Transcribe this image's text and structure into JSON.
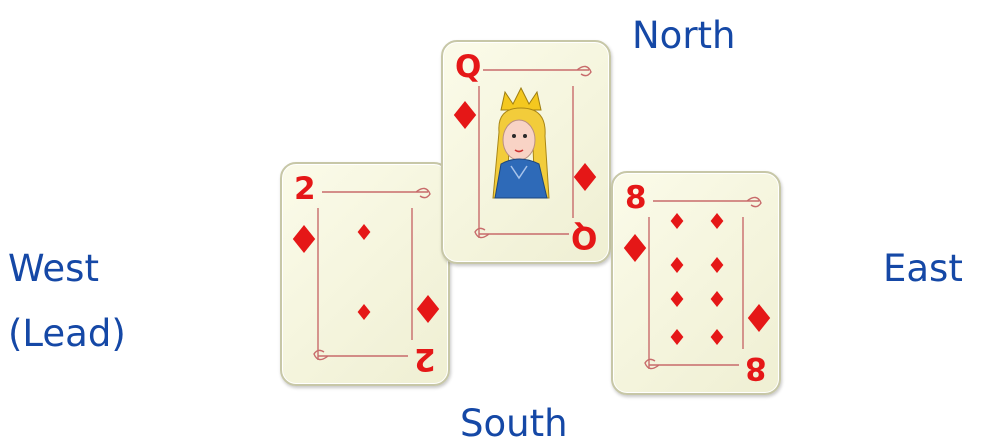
{
  "seats": {
    "north": "North",
    "west": "West",
    "west_note": "(Lead)",
    "east": "East",
    "south": "South"
  },
  "trick": [
    {
      "seat": "North",
      "rank": "Q",
      "suit": "diamonds",
      "icon": "queen-figure-icon"
    },
    {
      "seat": "West",
      "rank": "2",
      "suit": "diamonds"
    },
    {
      "seat": "East",
      "rank": "8",
      "suit": "diamonds"
    }
  ],
  "colors": {
    "seat_label": "#1548a6",
    "card_face": "#f6f6df",
    "suit_red": "#e51717",
    "card_ornament": "#c86b6b"
  }
}
